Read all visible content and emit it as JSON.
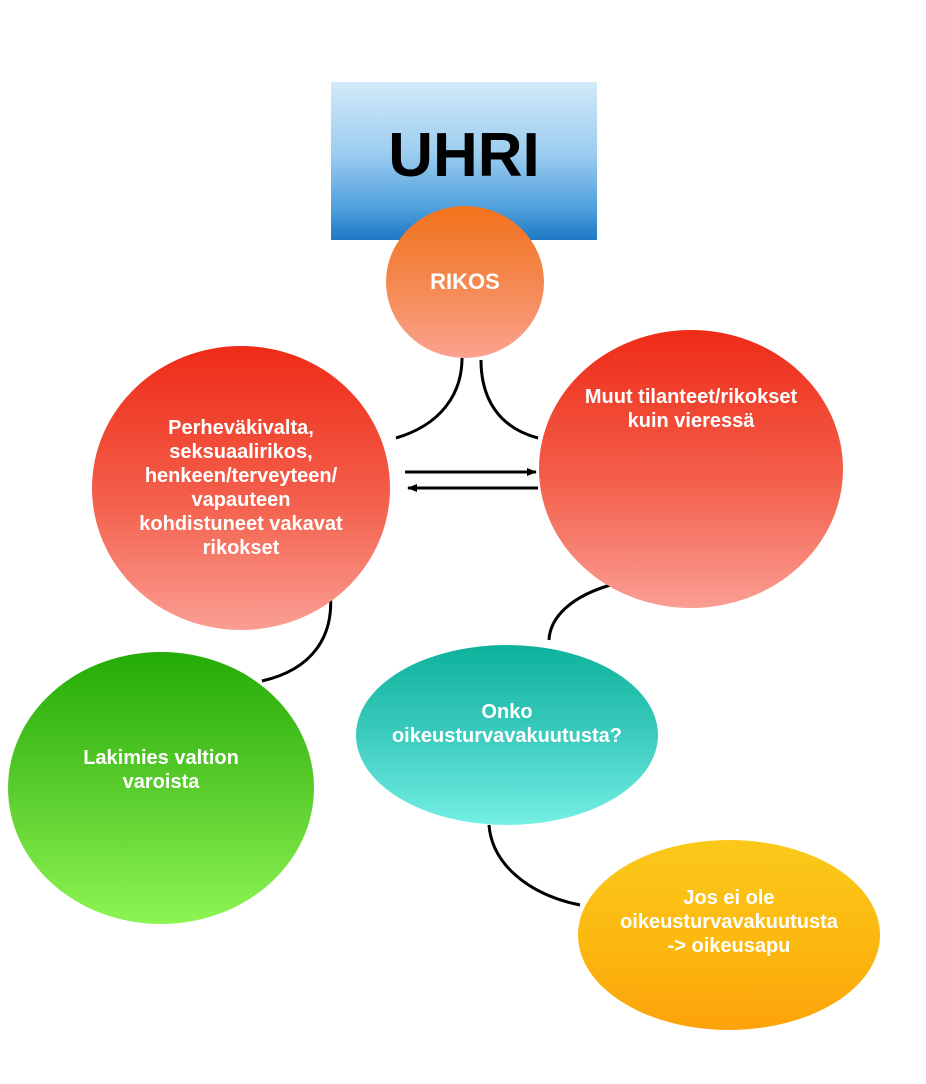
{
  "diagram": {
    "root": {
      "label": "UHRI"
    },
    "crime": {
      "label": "RIKOS"
    },
    "serious_crimes": {
      "label": "Perheväkivalta,\nseksuaalirikos,\nhenkeen/terveyteen/\nvapauteen\nkohdistuneet vakavat\nrikokset"
    },
    "other_crimes": {
      "label": "Muut tilanteet/rikokset\nkuin vieressä"
    },
    "insurance_question": {
      "label": "Onko\noikeusturvavakuutusta?"
    },
    "state_lawyer": {
      "label": "Lakimies valtion\nvaroista"
    },
    "legal_aid": {
      "label": "Jos ei ole\noikeusturvavakuutusta\n-> oikeusapu"
    },
    "colors": {
      "connector": "#000000",
      "root_box_top": "#d3eaf9",
      "root_box_bottom": "#1e78c4",
      "crime_top": "#f1721a",
      "crime_bottom": "#fba290",
      "red_top": "#ee2b17",
      "red_bottom": "#fa9e93",
      "teal_top": "#0db29b",
      "teal_bottom": "#74efe4",
      "green_top": "#24ab07",
      "green_bottom": "#8df553",
      "yellow_top": "#fbc91b",
      "yellow_bottom": "#fda20a"
    }
  }
}
